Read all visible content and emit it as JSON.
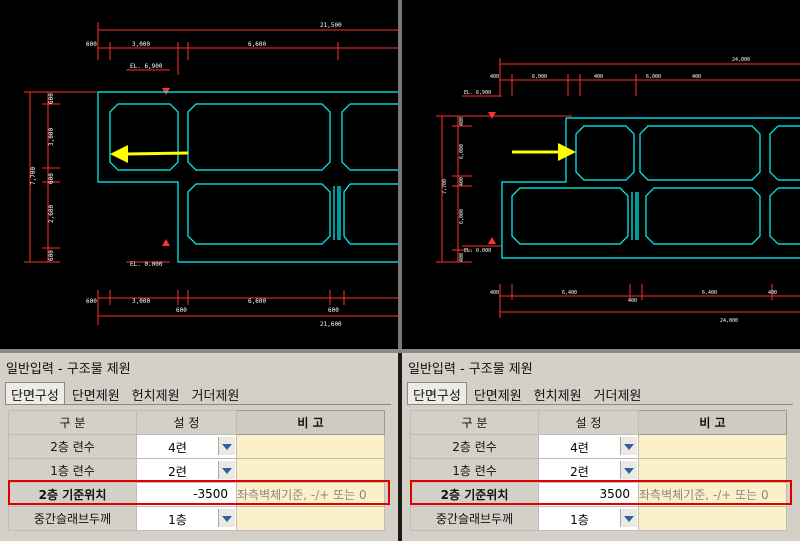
{
  "colors": {
    "cad_bg": "#000000",
    "slab": "#00ffff",
    "dim": "#ff3030",
    "text": "#ffffff",
    "arrow": "#ffff00",
    "highlight": "#e00000"
  },
  "left_drawing": {
    "dims_top": {
      "total": "21,500",
      "a": "600",
      "b": "3,000",
      "c": "6,600"
    },
    "dims_bottom": {
      "total": "21,600",
      "a": "600",
      "b": "3,000",
      "c": "600",
      "d": "6,600",
      "e": "600"
    },
    "dims_left": {
      "total": "7,700",
      "a": "600",
      "b": "3,000",
      "c": "600",
      "d": "2,600",
      "e": "600"
    },
    "elev_top": "EL. 6,900",
    "elev_bottom": "EL. 0.000"
  },
  "right_drawing": {
    "dims_top": {
      "total": "24,000",
      "a": "400",
      "b": "6,000",
      "c": "400",
      "d": "6,000",
      "e": "400"
    },
    "dims_bottom": {
      "total": "24,000",
      "a": "400",
      "b": "6,400",
      "c": "400",
      "d": "6,400",
      "e": "400"
    },
    "dims_left": {
      "total": "7,700",
      "a": "400",
      "b": "6,000",
      "c": "400",
      "d": "6,000",
      "e": "400"
    },
    "elev_top": "EL. 6,900",
    "elev_bottom": "EL. 0.000"
  },
  "panels": [
    {
      "title": "일반입력 - 구조물 제원",
      "tabs": [
        "단면구성",
        "단면제원",
        "헌치제원",
        "거더제원"
      ],
      "headers": {
        "category": "구 분",
        "setting": "설 정",
        "note": "비 고"
      },
      "rows": [
        {
          "label": "2층 련수",
          "value": "4련",
          "note": ""
        },
        {
          "label": "1층 련수",
          "value": "2련",
          "note": ""
        },
        {
          "label": "2층 기준위치",
          "value": "-3500",
          "note": "좌측벽체기준, -/+ 또는 0"
        },
        {
          "label": "중간슬래브두께",
          "value": "1층",
          "note": ""
        }
      ]
    },
    {
      "title": "일반입력 - 구조물 제원",
      "tabs": [
        "단면구성",
        "단면제원",
        "헌치제원",
        "거더제원"
      ],
      "headers": {
        "category": "구 분",
        "setting": "설 정",
        "note": "비 고"
      },
      "rows": [
        {
          "label": "2층 련수",
          "value": "4련",
          "note": ""
        },
        {
          "label": "1층 련수",
          "value": "2련",
          "note": ""
        },
        {
          "label": "2층 기준위치",
          "value": "3500",
          "note": "좌측벽체기준, -/+ 또는 0"
        },
        {
          "label": "중간슬래브두께",
          "value": "1층",
          "note": ""
        }
      ]
    }
  ]
}
